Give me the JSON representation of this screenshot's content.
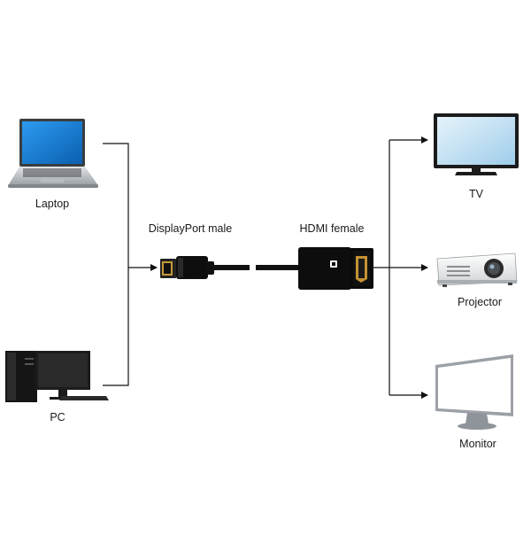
{
  "devices": {
    "laptop": {
      "label": "Laptop",
      "icon": "laptop-icon"
    },
    "pc": {
      "label": "PC",
      "icon": "desktop-pc-icon"
    },
    "tv": {
      "label": "TV",
      "icon": "tv-icon"
    },
    "projector": {
      "label": "Projector",
      "icon": "projector-icon"
    },
    "monitor": {
      "label": "Monitor",
      "icon": "monitor-icon"
    }
  },
  "adapter": {
    "input_label": "DisplayPort male",
    "output_label": "HDMI female",
    "input_icon": "displayport-plug-icon",
    "output_icon": "hdmi-adapter-icon"
  },
  "colors": {
    "line": "#111111",
    "screen_blue": "#1a7fd6",
    "device_dark": "#1c1c1c",
    "device_silver": "#c8ccd0"
  }
}
